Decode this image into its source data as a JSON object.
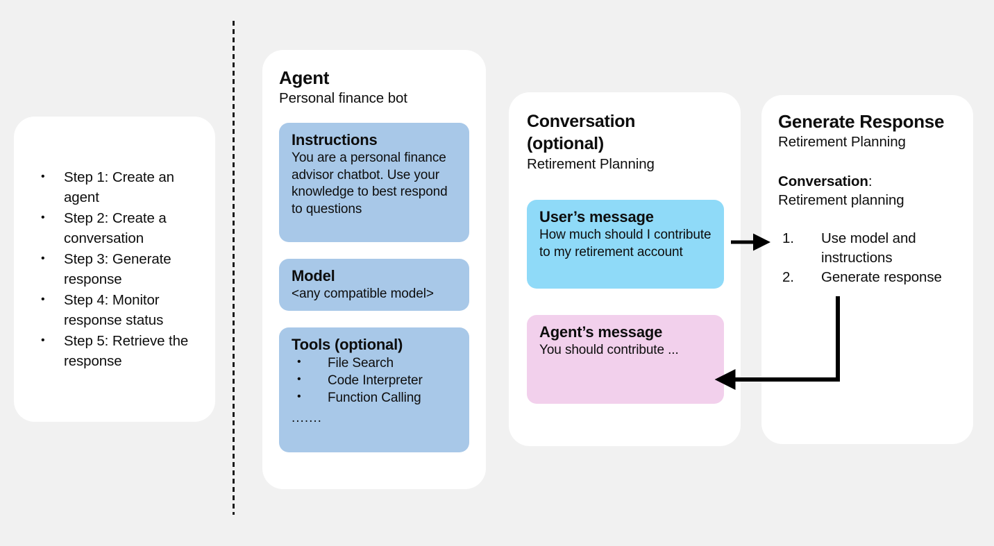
{
  "background": "#F1F1F1",
  "colors": {
    "card": "#FFFFFF",
    "panel_blue": "#A8C8E8",
    "user_bubble": "#8FDAF8",
    "agent_bubble": "#F2D0EC",
    "text": "#0D0D0D",
    "divider": "#1A1A1A",
    "arrow": "#000000"
  },
  "steps": {
    "items": [
      "Step 1: Create an agent",
      "Step 2: Create a conversation",
      "Step 3: Generate response",
      "Step 4: Monitor response status",
      "Step 5: Retrieve the response"
    ]
  },
  "agent": {
    "title": "Agent",
    "subtitle": "Personal finance bot",
    "instructions": {
      "title": "Instructions",
      "text": "You are a personal finance advisor chatbot. Use your knowledge to best respond to questions"
    },
    "model": {
      "title": "Model",
      "text": "<any compatible model>"
    },
    "tools": {
      "title": "Tools (optional)",
      "items": [
        "File Search",
        "Code Interpreter",
        "Function Calling"
      ],
      "ellipsis": "......."
    }
  },
  "conversation": {
    "title_line1": "Conversation",
    "title_line2": "(optional)",
    "subtitle": "Retirement Planning",
    "user_message": {
      "title": "User’s message",
      "text": "How much should I contribute to my retirement account"
    },
    "agent_message": {
      "title": "Agent’s message",
      "text": "You should contribute ..."
    }
  },
  "generate": {
    "title": "Generate Response",
    "subtitle": "Retirement Planning",
    "conversation_label": "Conversation",
    "conversation_colon": ":",
    "conversation_value": "Retirement planning",
    "steps": [
      {
        "num": "1.",
        "text": "Use model and instructions"
      },
      {
        "num": "2.",
        "text": "Generate response"
      }
    ]
  },
  "arrows": {
    "user_to_generate": "arrow-right-icon",
    "generate_to_agent": "arrow-elbow-left-icon"
  }
}
